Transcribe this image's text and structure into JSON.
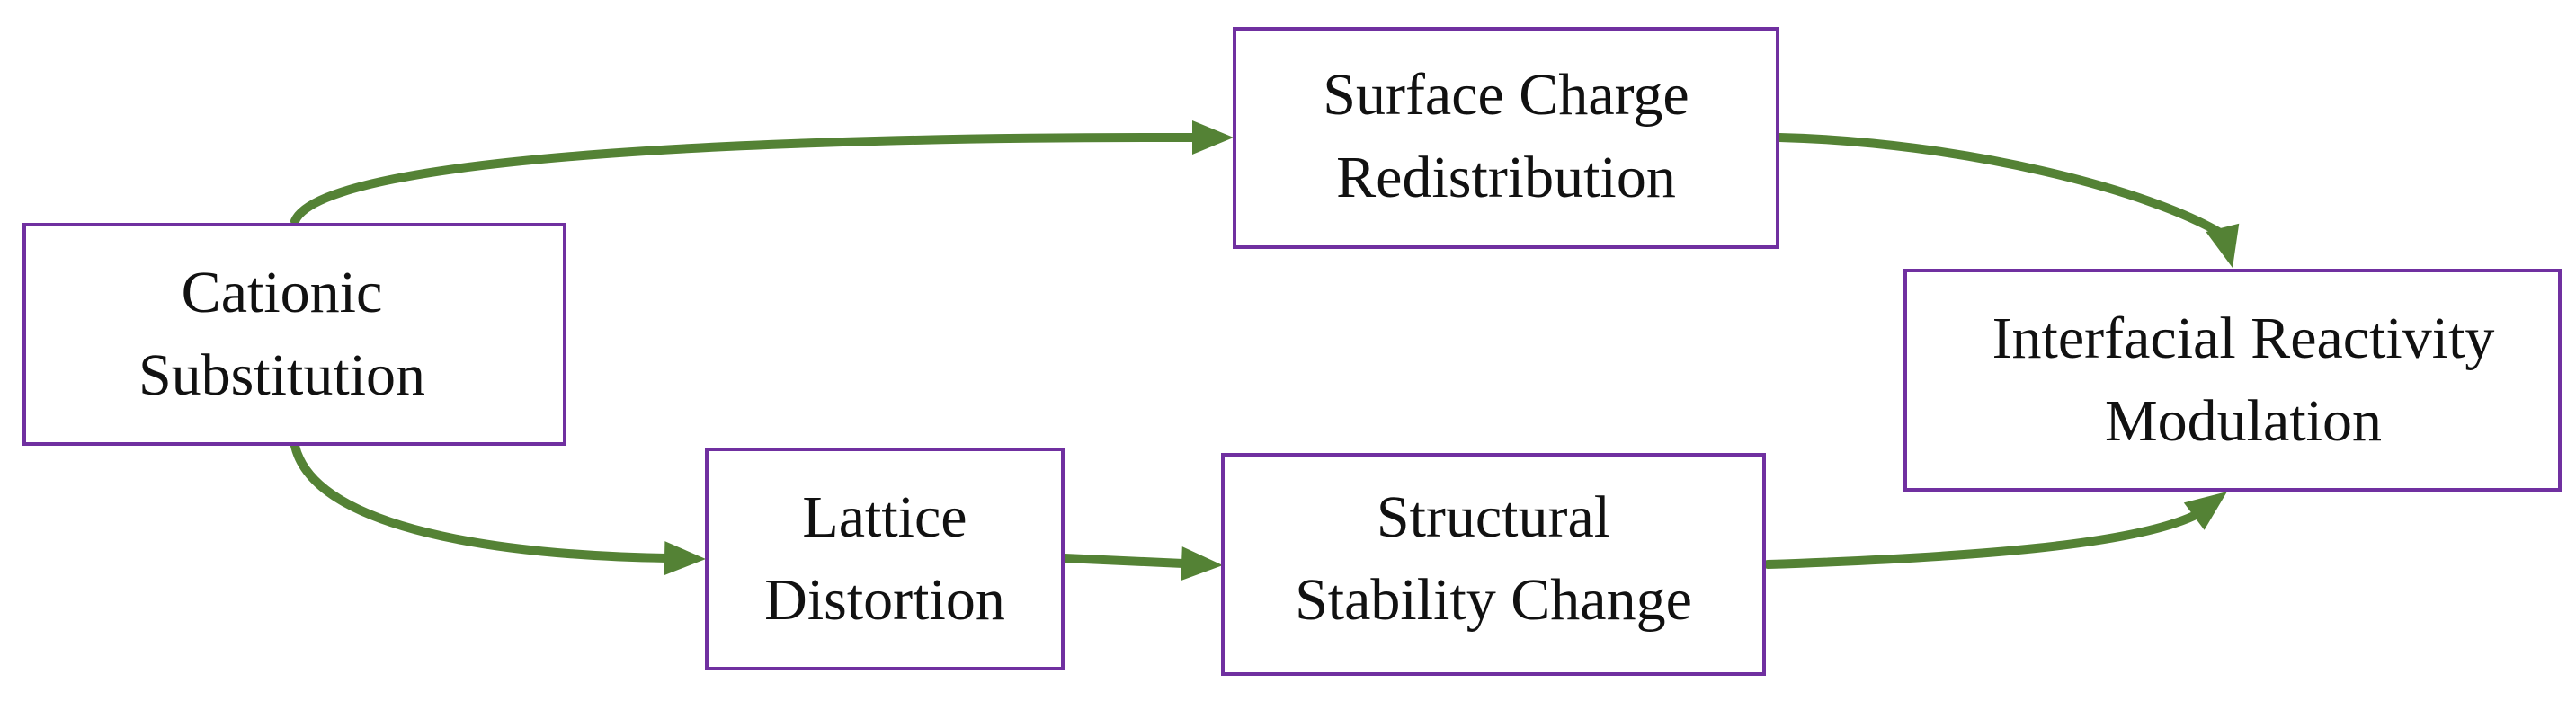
{
  "diagram": {
    "colors": {
      "box_border": "#7030a0",
      "arrow": "#548235",
      "text": "#111111",
      "background": "#ffffff"
    },
    "nodes": {
      "cationic": {
        "line1": "Cationic",
        "line2": "Substitution"
      },
      "surface": {
        "line1": "Surface Charge",
        "line2": "Redistribution"
      },
      "lattice": {
        "line1": "Lattice",
        "line2": "Distortion"
      },
      "structural": {
        "line1": "Structural",
        "line2": "Stability Change"
      },
      "interfacial": {
        "line1": "Interfacial Reactivity",
        "line2": "Modulation"
      }
    },
    "edges": [
      {
        "from": "cationic",
        "to": "surface"
      },
      {
        "from": "surface",
        "to": "interfacial"
      },
      {
        "from": "cationic",
        "to": "lattice"
      },
      {
        "from": "lattice",
        "to": "structural"
      },
      {
        "from": "structural",
        "to": "interfacial"
      }
    ]
  }
}
